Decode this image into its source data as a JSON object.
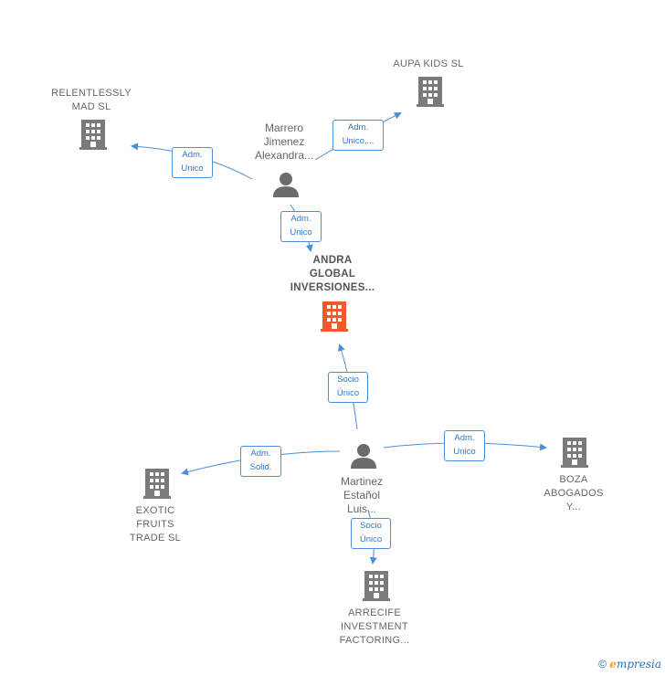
{
  "colors": {
    "edge": "#4a8fd8",
    "company": "#7a7a7a",
    "central_company": "#f05a28",
    "person": "#6b6b6b"
  },
  "nodes": {
    "relentlessly": {
      "label": "RELENTLESSLY\nMAD  SL",
      "icon": "building-icon"
    },
    "aupa": {
      "label": "AUPA KIDS  SL",
      "icon": "building-icon"
    },
    "marrero": {
      "label": "Marrero\nJimenez\nAlexandra...",
      "icon": "person-icon"
    },
    "andra": {
      "label": "ANDRA\nGLOBAL\nINVERSIONES...",
      "icon": "building-icon"
    },
    "martinez": {
      "label": "Martinez\nEstañol\nLuis...",
      "icon": "person-icon"
    },
    "exotic": {
      "label": "EXOTIC\nFRUITS\nTRADE  SL",
      "icon": "building-icon"
    },
    "boza": {
      "label": "BOZA\nABOGADOS\nY...",
      "icon": "building-icon"
    },
    "arrecife": {
      "label": "ARRECIFE\nINVESTMENT\nFACTORING...",
      "icon": "building-icon"
    }
  },
  "edges": {
    "marrero_relentlessly": "Adm.\nUnico",
    "marrero_aupa": "Adm.\nUnico,...",
    "marrero_andra": "Adm.\nUnico",
    "martinez_andra": "Socio\nÚnico",
    "martinez_exotic": "Adm.\nSolid.",
    "martinez_boza": "Adm.\nUnico",
    "martinez_arrecife": "Socio\nÚnico"
  },
  "footer": {
    "copyright": "©",
    "brand_e": "e",
    "brand_rest": "mpresia"
  }
}
